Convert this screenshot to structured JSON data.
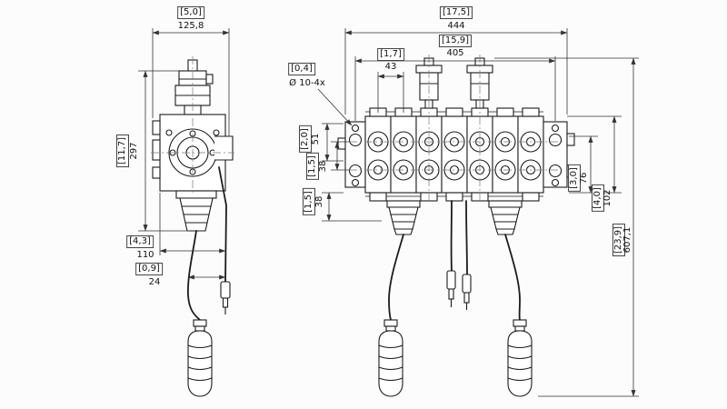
{
  "background": "#fcfcfc",
  "line_color": "#1c1c1c",
  "views": {
    "side_view": {
      "dims": {
        "width": {
          "ref": "[5,0]",
          "mm": "125,8"
        },
        "height": {
          "ref": "[11,7]",
          "mm": "297"
        },
        "offset_a": {
          "ref": "[4,3]",
          "mm": "110"
        },
        "offset_b": {
          "ref": "[0,9]",
          "mm": "24"
        }
      }
    },
    "front_view": {
      "dims": {
        "total_width": {
          "ref": "[17,5]",
          "mm": "444"
        },
        "bolt_span": {
          "ref": "[15,9]",
          "mm": "405"
        },
        "section_pitch": {
          "ref": "[1,7]",
          "mm": "43"
        },
        "mount_holes": {
          "ref": "[0,4]",
          "mm": "Ø 10-4x"
        },
        "port_offset": {
          "ref": "[2,0]",
          "mm": "51"
        },
        "port_spacing": {
          "ref": "[1,5]",
          "mm": "38"
        },
        "lower_offset": {
          "ref": "[1,5]",
          "mm": "38"
        },
        "right_a": {
          "ref": "[3,0]",
          "mm": "76"
        },
        "right_b": {
          "ref": "[4,0]",
          "mm": "102"
        },
        "total_height": {
          "ref": "[23,9]",
          "mm": "607,1"
        }
      }
    }
  }
}
